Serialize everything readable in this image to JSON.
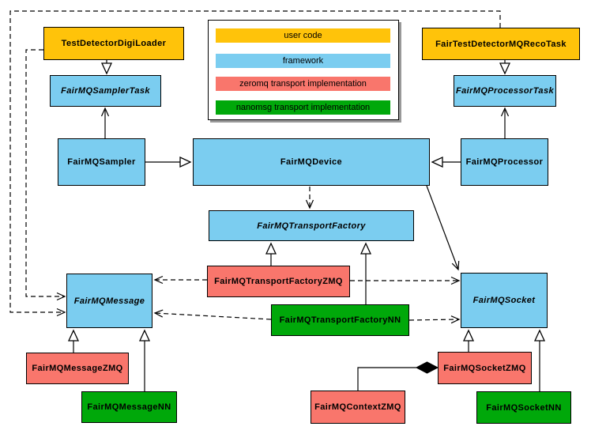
{
  "colors": {
    "user_code": "#ffc30a",
    "framework": "#7bcdf0",
    "zeromq": "#f9766c",
    "nanomsg": "#00a80a",
    "line": "#000000",
    "background": "#ffffff",
    "legend_shadow": "#999999"
  },
  "legend": {
    "items": [
      {
        "label": "user code",
        "color": "#ffc30a"
      },
      {
        "label": "framework",
        "color": "#7bcdf0"
      },
      {
        "label": "zeromq transport implementation",
        "color": "#f9766c"
      },
      {
        "label": "nanomsg transport implementation",
        "color": "#00a80a"
      }
    ]
  },
  "nodes": {
    "test_detector_digi_loader": {
      "label": "TestDetectorDigiLoader",
      "category": "user code",
      "abstract": false
    },
    "fair_test_detector_mq_reco_task": {
      "label": "FairTestDetectorMQRecoTask",
      "category": "user code",
      "abstract": false
    },
    "fairmq_sampler_task": {
      "label": "FairMQSamplerTask",
      "category": "framework",
      "abstract": true
    },
    "fairmq_processor_task": {
      "label": "FairMQProcessorTask",
      "category": "framework",
      "abstract": true
    },
    "fairmq_sampler": {
      "label": "FairMQSampler",
      "category": "framework",
      "abstract": false
    },
    "fairmq_device": {
      "label": "FairMQDevice",
      "category": "framework",
      "abstract": false
    },
    "fairmq_processor": {
      "label": "FairMQProcessor",
      "category": "framework",
      "abstract": false
    },
    "fairmq_transport_factory": {
      "label": "FairMQTransportFactory",
      "category": "framework",
      "abstract": true
    },
    "fairmq_transport_factory_zmq": {
      "label": "FairMQTransportFactoryZMQ",
      "category": "zeromq",
      "abstract": false
    },
    "fairmq_transport_factory_nn": {
      "label": "FairMQTransportFactoryNN",
      "category": "nanomsg",
      "abstract": false
    },
    "fairmq_message": {
      "label": "FairMQMessage",
      "category": "framework",
      "abstract": true
    },
    "fairmq_socket": {
      "label": "FairMQSocket",
      "category": "framework",
      "abstract": true
    },
    "fairmq_message_zmq": {
      "label": "FairMQMessageZMQ",
      "category": "zeromq",
      "abstract": false
    },
    "fairmq_message_nn": {
      "label": "FairMQMessageNN",
      "category": "nanomsg",
      "abstract": false
    },
    "fairmq_context_zmq": {
      "label": "FairMQContextZMQ",
      "category": "zeromq",
      "abstract": false
    },
    "fairmq_socket_zmq": {
      "label": "FairMQSocketZMQ",
      "category": "zeromq",
      "abstract": false
    },
    "fairmq_socket_nn": {
      "label": "FairMQSocketNN",
      "category": "nanomsg",
      "abstract": false
    }
  },
  "edges": [
    {
      "from": "TestDetectorDigiLoader",
      "to": "FairMQSamplerTask",
      "type": "inheritance-hollow"
    },
    {
      "from": "FairTestDetectorMQRecoTask",
      "to": "FairMQProcessorTask",
      "type": "inheritance-hollow"
    },
    {
      "from": "FairMQSampler",
      "to": "FairMQSamplerTask",
      "type": "open-arrow"
    },
    {
      "from": "FairMQProcessor",
      "to": "FairMQProcessorTask",
      "type": "open-arrow"
    },
    {
      "from": "FairMQSampler",
      "to": "FairMQDevice",
      "type": "inheritance-hollow"
    },
    {
      "from": "FairMQProcessor",
      "to": "FairMQDevice",
      "type": "inheritance-hollow"
    },
    {
      "from": "FairMQDevice",
      "to": "FairMQTransportFactory",
      "type": "dashed-open-arrow"
    },
    {
      "from": "FairMQDevice",
      "to": "FairMQSocket",
      "type": "open-arrow"
    },
    {
      "from": "FairMQTransportFactoryZMQ",
      "to": "FairMQTransportFactory",
      "type": "inheritance-hollow"
    },
    {
      "from": "FairMQTransportFactoryNN",
      "to": "FairMQTransportFactory",
      "type": "inheritance-hollow"
    },
    {
      "from": "FairMQTransportFactoryZMQ",
      "to": "FairMQMessage",
      "type": "dashed-open-arrow"
    },
    {
      "from": "FairMQTransportFactoryZMQ",
      "to": "FairMQSocket",
      "type": "dashed-open-arrow"
    },
    {
      "from": "FairMQTransportFactoryNN",
      "to": "FairMQMessage",
      "type": "dashed-open-arrow"
    },
    {
      "from": "FairMQTransportFactoryNN",
      "to": "FairMQSocket",
      "type": "dashed-open-arrow"
    },
    {
      "from": "TestDetectorDigiLoader",
      "to": "FairMQMessage",
      "type": "dashed-open-arrow"
    },
    {
      "from": "FairTestDetectorMQRecoTask",
      "to": "FairMQMessage",
      "type": "dashed-open-arrow"
    },
    {
      "from": "FairMQMessageZMQ",
      "to": "FairMQMessage",
      "type": "inheritance-hollow"
    },
    {
      "from": "FairMQMessageNN",
      "to": "FairMQMessage",
      "type": "inheritance-hollow"
    },
    {
      "from": "FairMQSocketZMQ",
      "to": "FairMQSocket",
      "type": "inheritance-hollow"
    },
    {
      "from": "FairMQSocketNN",
      "to": "FairMQSocket",
      "type": "inheritance-hollow"
    },
    {
      "from": "FairMQContextZMQ",
      "to": "FairMQSocketZMQ",
      "type": "composition-diamond"
    }
  ]
}
